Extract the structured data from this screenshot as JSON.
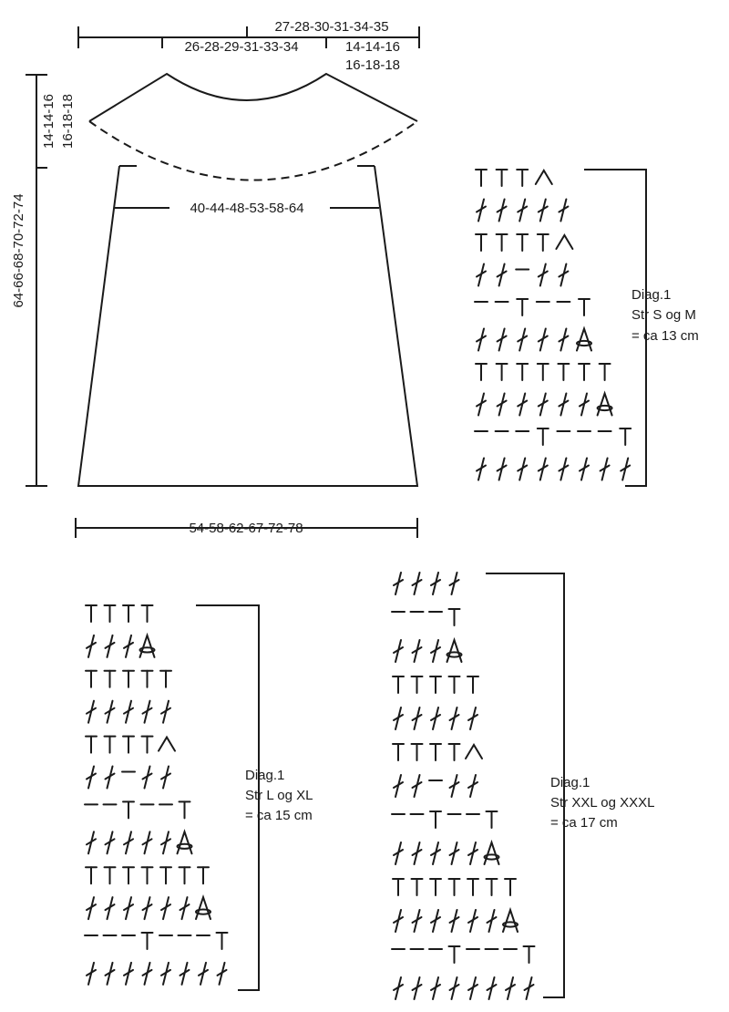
{
  "schematic": {
    "width_top_outer": "27-28-30-31-34-35",
    "width_top_inner": "26-28-29-31-33-34",
    "shoulder_line1": "14-14-16",
    "shoulder_line2": "16-18-18",
    "yoke_depth_line1": "14-14-16",
    "yoke_depth_line2": "16-18-18",
    "total_length": "64-66-68-70-72-74",
    "chest_width": "40-44-48-53-58-64",
    "bottom_width": "54-58-62-67-72-78"
  },
  "diagrams": [
    {
      "title": "Diag.1",
      "sizes": "Str S og M",
      "size_note": "= ca 13 cm",
      "rows": [
        "TTT^",
        "/////",
        "TTTT^",
        "//-//",
        "--T--T",
        "/////A",
        "TTTTTTT",
        "//////A",
        "---T---T",
        "////////"
      ]
    },
    {
      "title": "Diag.1",
      "sizes": "Str L og XL",
      "size_note": "= ca 15 cm",
      "rows": [
        "TTTT",
        "///A",
        "TTTTT",
        "/////",
        "TTTT^",
        "//-//",
        "--T--T",
        "/////A",
        "TTTTTTT",
        "//////A",
        "---T---T",
        "////////"
      ]
    },
    {
      "title": "Diag.1",
      "sizes": "Str XXL og XXXL",
      "size_note": "= ca 17 cm",
      "rows": [
        "////",
        "---T",
        "///A",
        "TTTTT",
        "/////",
        "TTTT^",
        "//-//",
        "--T--T",
        "/////A",
        "TTTTTTT",
        "//////A",
        "---T---T",
        "////////"
      ]
    }
  ]
}
